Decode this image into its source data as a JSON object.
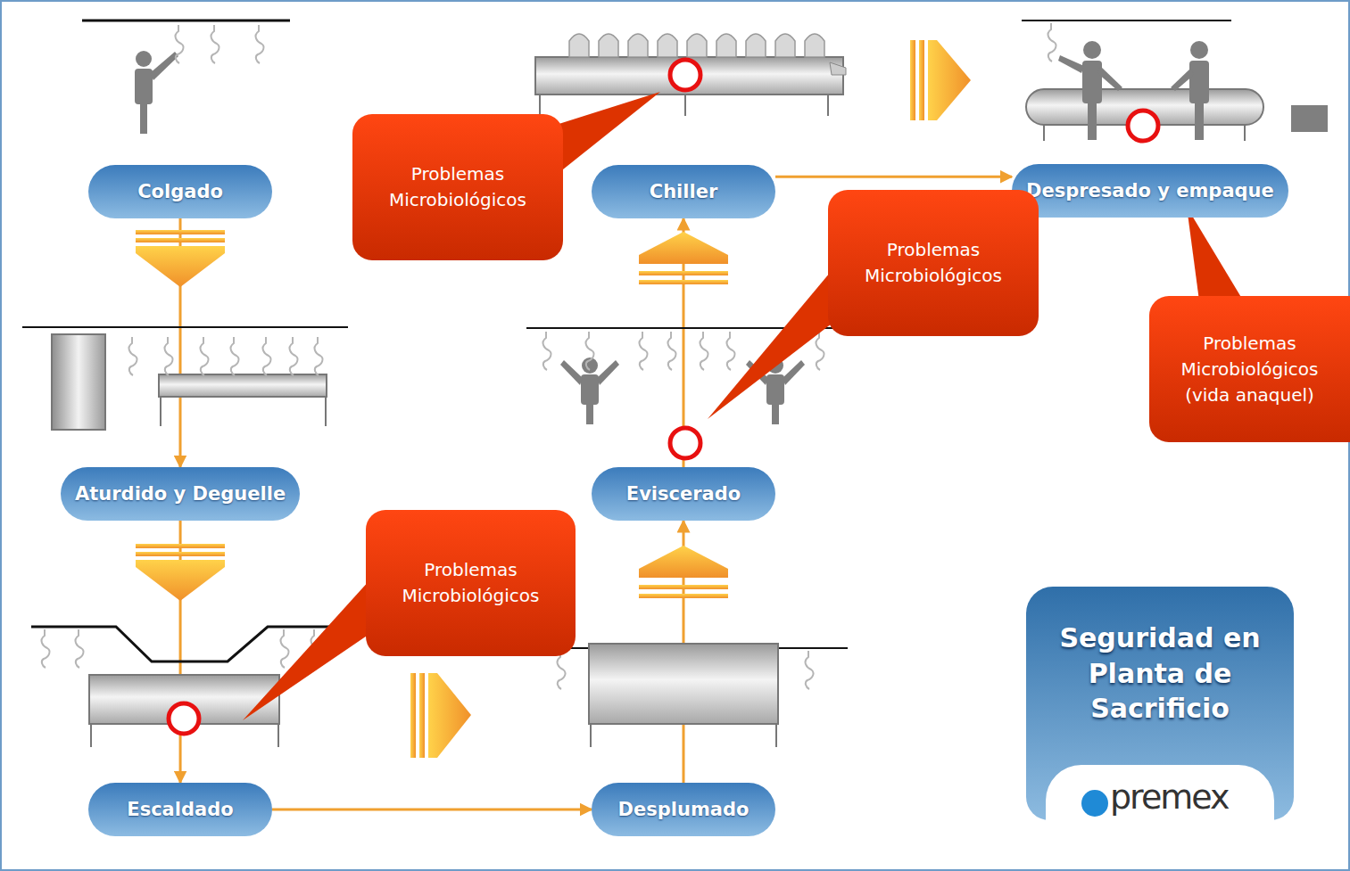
{
  "diagram": {
    "title": "Seguridad en Planta de Sacrificio",
    "nodes": [
      {
        "text": [
          "Colgado"
        ]
      },
      {
        "text": [
          "Problemas Microbiológicos"
        ]
      },
      {
        "text": [
          "Chiller"
        ]
      },
      {
        "text": [
          "Despresado y empaque"
        ]
      },
      {
        "text": [
          "Problemas Microbiológicos"
        ]
      },
      {
        "text": [
          "Problemas Microbiológicos (vida anaquel)"
        ]
      },
      {
        "text": [
          "Aturdido y Deguelle"
        ]
      },
      {
        "text": [
          "Eviscerado"
        ]
      },
      {
        "text": [
          "Problemas Microbiológicos"
        ]
      },
      {
        "text": [
          "Escaldado"
        ]
      },
      {
        "text": [
          "Desplumado"
        ]
      }
    ],
    "edges": [
      {
        "from": 0,
        "to": 6,
        "arrow": "to"
      },
      {
        "from": 6,
        "to": 9,
        "arrow": "to"
      },
      {
        "from": 9,
        "to": 10,
        "arrow": "to"
      },
      {
        "from": 10,
        "to": 7,
        "arrow": "to"
      },
      {
        "from": 7,
        "to": 2,
        "arrow": "to"
      },
      {
        "from": 2,
        "to": 3,
        "arrow": "to"
      }
    ],
    "labels": [
      "premex"
    ]
  }
}
